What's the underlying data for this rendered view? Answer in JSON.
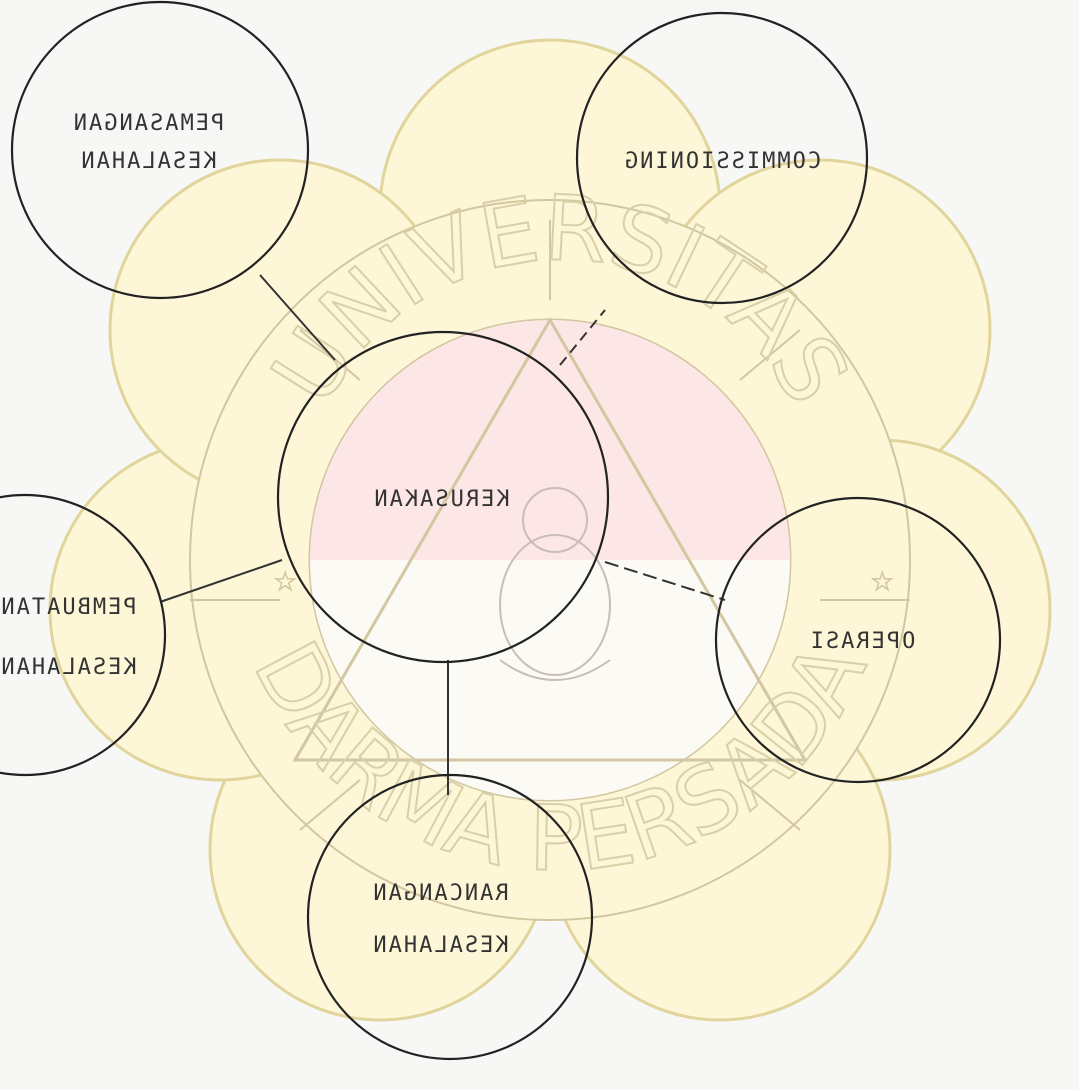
{
  "watermark": {
    "top_text": "UNIVERSITAS",
    "bottom_text": "DARMA PERSADA",
    "colors": {
      "petal_fill": "#fdf7d8",
      "petal_stroke": "#e1d59c",
      "red_half": "#fde6e6",
      "outline": "#d3c6a0"
    }
  },
  "diagram": {
    "orientation": "mirrored",
    "center": {
      "label": "KERUSAKAN"
    },
    "nodes": [
      {
        "id": "kesalahan-pemasangan",
        "lines": [
          "PEMASANGAN",
          "KESALAHAN"
        ]
      },
      {
        "id": "commissioning",
        "lines": [
          "COMMISSIONING"
        ]
      },
      {
        "id": "kesalahan-pembuatan",
        "lines": [
          "PEMBUATAN",
          "KESALAHAN"
        ]
      },
      {
        "id": "operasi",
        "lines": [
          "OPERASI"
        ]
      },
      {
        "id": "kesalahan-rancangan",
        "lines": [
          "RANCANGAN",
          "KESALAHAN"
        ]
      }
    ]
  }
}
